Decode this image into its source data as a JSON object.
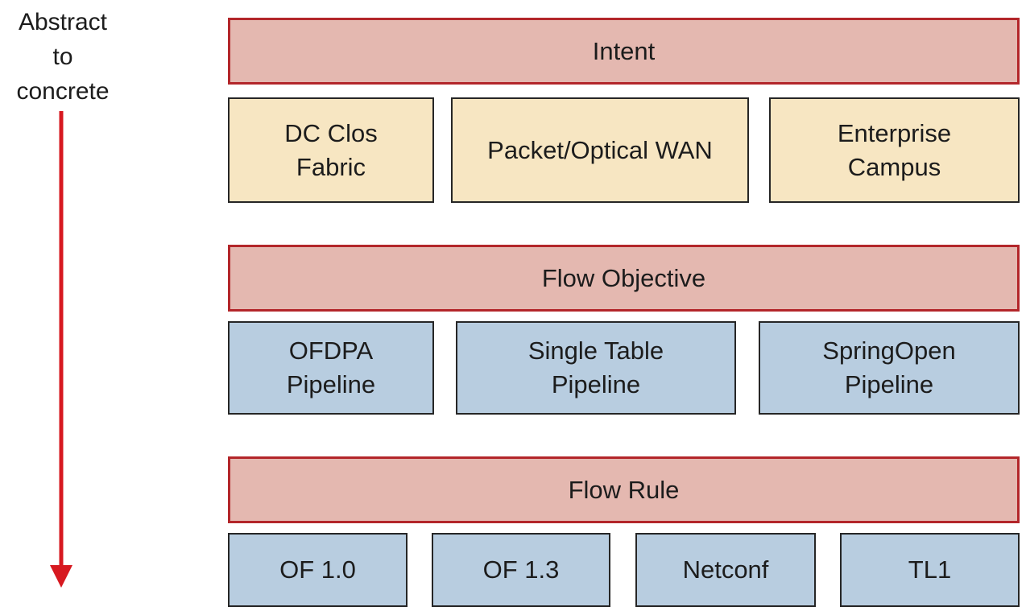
{
  "axis": {
    "label": "Abstract\nto\nconcrete",
    "arrow_color": "#d71920"
  },
  "colors": {
    "layer_fill": "#e4b8b0",
    "layer_border": "#b3262a",
    "yellow_fill": "#f7e6c2",
    "blue_fill": "#b8cde0"
  },
  "layers": {
    "intent": "Intent",
    "flow_objective": "Flow Objective",
    "flow_rule": "Flow Rule"
  },
  "intent_row": {
    "dc_clos": "DC Clos\nFabric",
    "packet_optical": "Packet/Optical WAN",
    "enterprise": "Enterprise\nCampus"
  },
  "objective_row": {
    "ofdpa": "OFDPA\nPipeline",
    "single_table": "Single Table\nPipeline",
    "springopen": "SpringOpen\nPipeline"
  },
  "rule_row": {
    "of10": "OF 1.0",
    "of13": "OF 1.3",
    "netconf": "Netconf",
    "tl1": "TL1"
  }
}
